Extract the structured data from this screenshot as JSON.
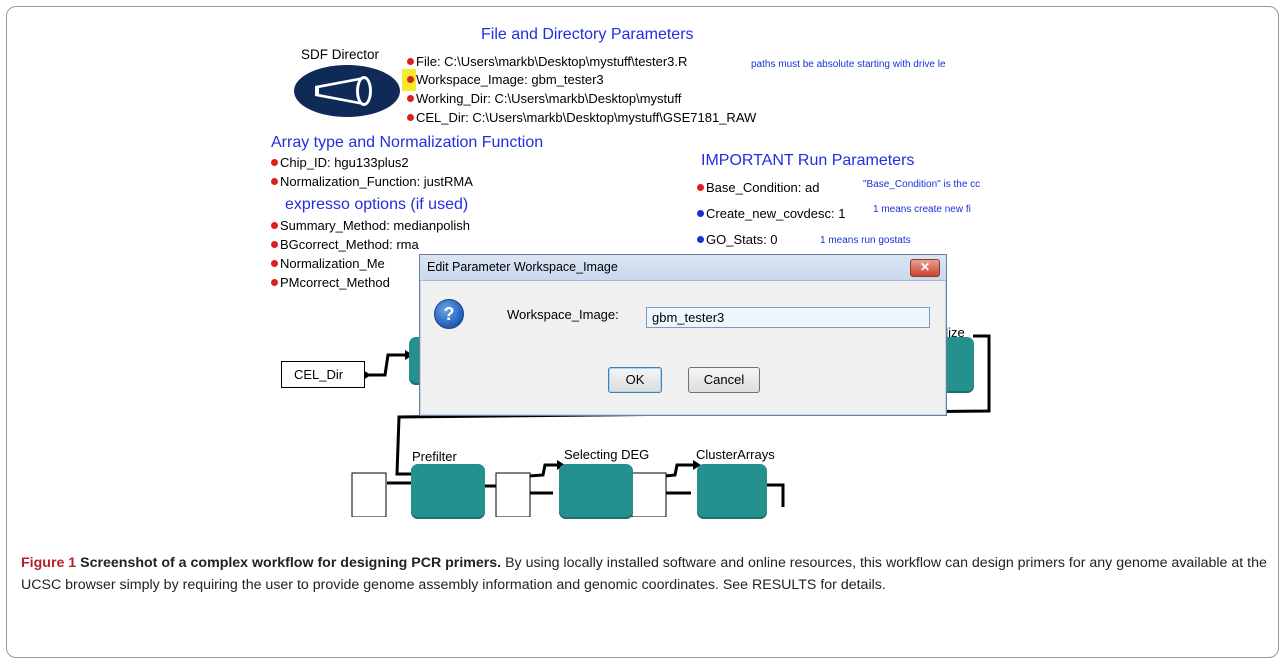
{
  "workflow": {
    "director_label": "SDF Director",
    "file_section_title": "File and Directory Parameters",
    "file_params": [
      "File: C:\\Users\\markb\\Desktop\\mystuff\\tester3.R",
      "Workspace_Image: gbm_tester3",
      "Working_Dir: C:\\Users\\markb\\Desktop\\mystuff",
      "CEL_Dir: C:\\Users\\markb\\Desktop\\mystuff\\GSE7181_RAW"
    ],
    "paths_note": "paths must be absolute starting with drive le",
    "array_section_title": "Array type and Normalization Function",
    "array_params": [
      "Chip_ID: hgu133plus2",
      "Normalization_Function: justRMA"
    ],
    "expresso_title": "expresso options (if used)",
    "expresso_params": [
      "Summary_Method: medianpolish",
      "BGcorrect_Method: rma",
      "Normalization_Me",
      "PMcorrect_Method"
    ],
    "run_section_title": "IMPORTANT Run Parameters",
    "run_params": [
      "Base_Condition: ad",
      "Create_new_covdesc: 1",
      "GO_Stats: 0"
    ],
    "run_notes": [
      "\"Base_Condition\" is the cc",
      "1 means create new fi",
      "1 means run gostats"
    ],
    "cel_dir_box": "CEL_Dir",
    "normalize_fragment": "alize",
    "actors": [
      "Prefilter",
      "Selecting DEG",
      "ClusterArrays"
    ]
  },
  "dialog": {
    "title": "Edit Parameter Workspace_Image",
    "close_glyph": "✕",
    "icon_glyph": "?",
    "field_label": "Workspace_Image:",
    "field_value": "gbm_tester3",
    "ok_label": "OK",
    "cancel_label": "Cancel"
  },
  "caption": {
    "figure_label": "Figure 1",
    "title": "Screenshot of a complex workflow for designing PCR primers.",
    "body": "By using locally installed software and online resources, this workflow can design primers for any genome available at the UCSC browser simply by requiring the user to provide genome assembly information and genomic coordinates. See RESULTS for details."
  },
  "colors": {
    "heading_blue": "#1f2fe0",
    "param_dot_red": "#e21d1d",
    "param_dot_blue": "#1a2fd8",
    "actor_teal": "#24918f",
    "highlight_yellow": "#f7e92c",
    "figure_label_red": "#b3202a"
  }
}
